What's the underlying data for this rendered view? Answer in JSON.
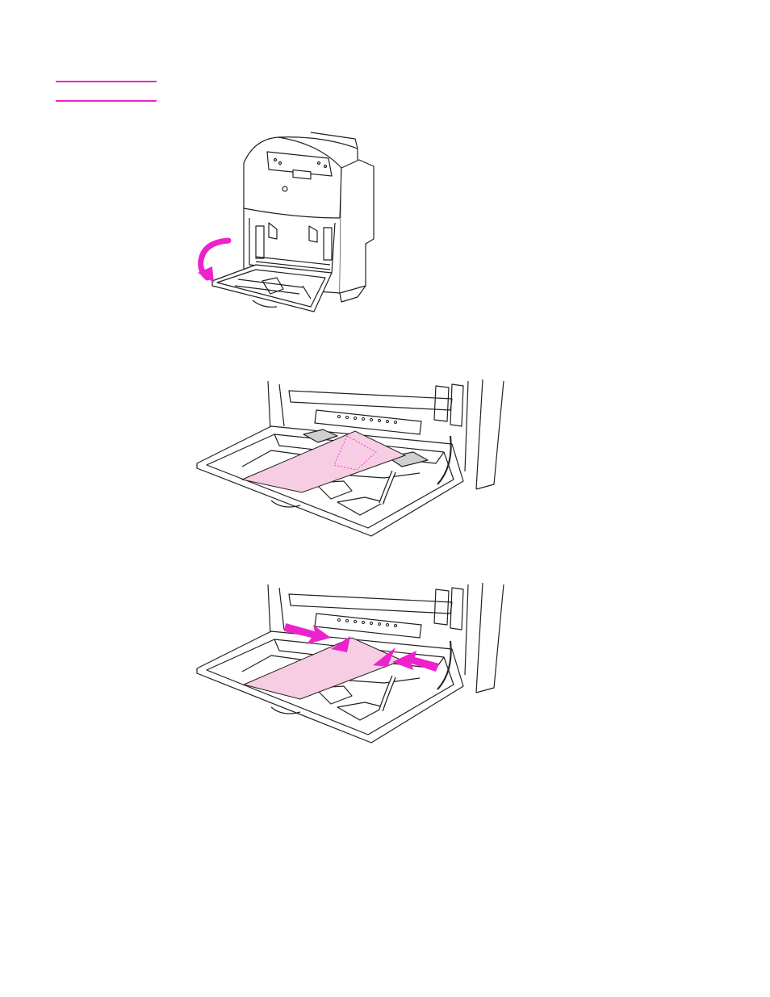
{
  "page": {
    "accent_color": "#ee22cc",
    "line_color": "#231f20",
    "envelope_color": "#f6cde2"
  },
  "figures": [
    {
      "id": "printer-open-tray",
      "icons": [
        "printer-icon",
        "curved-arrow-icon"
      ]
    },
    {
      "id": "envelope-in-tray",
      "icons": [
        "envelope-icon",
        "paper-guide-icon"
      ]
    },
    {
      "id": "adjust-guides",
      "icons": [
        "envelope-icon",
        "arrow-right-icon",
        "arrow-left-icon"
      ]
    }
  ]
}
